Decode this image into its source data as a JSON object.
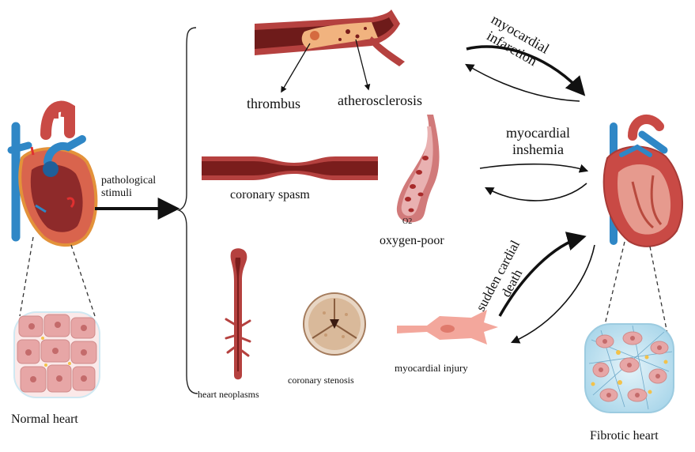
{
  "labels": {
    "normal_heart": "Normal heart",
    "fibrotic_heart": "Fibrotic heart",
    "pathological_stimuli": "pathological\nstimuli",
    "thrombus": "thrombus",
    "atherosclerosis": "atherosclerosis",
    "coronary_spasm": "coronary spasm",
    "heart_neoplasms": "heart neoplasms",
    "coronary_stenosis": "coronary stenosis",
    "myocardial_injury": "myocardial injury",
    "oxygen_poor": "oxygen-poor",
    "o2": "O2",
    "myocardial_infarction": "myocardial\ninfarction",
    "myocardial_ischemia": "myocardial\ninshemia",
    "sudden_cardial_death": "sudden cardial\ndeath"
  },
  "colors": {
    "vessel_outer": "#b5413f",
    "vessel_inner": "#7a1d1c",
    "plaque": "#f1b37f",
    "heart_red": "#c94a45",
    "heart_blue": "#2f87c6",
    "cell_pink": "#e7a6a6",
    "cell_nucleus": "#c46b6b",
    "fibrosis_blue": "#bfe1ef",
    "fibrosis_yellow": "#f3c24a",
    "arrow": "#111111"
  }
}
